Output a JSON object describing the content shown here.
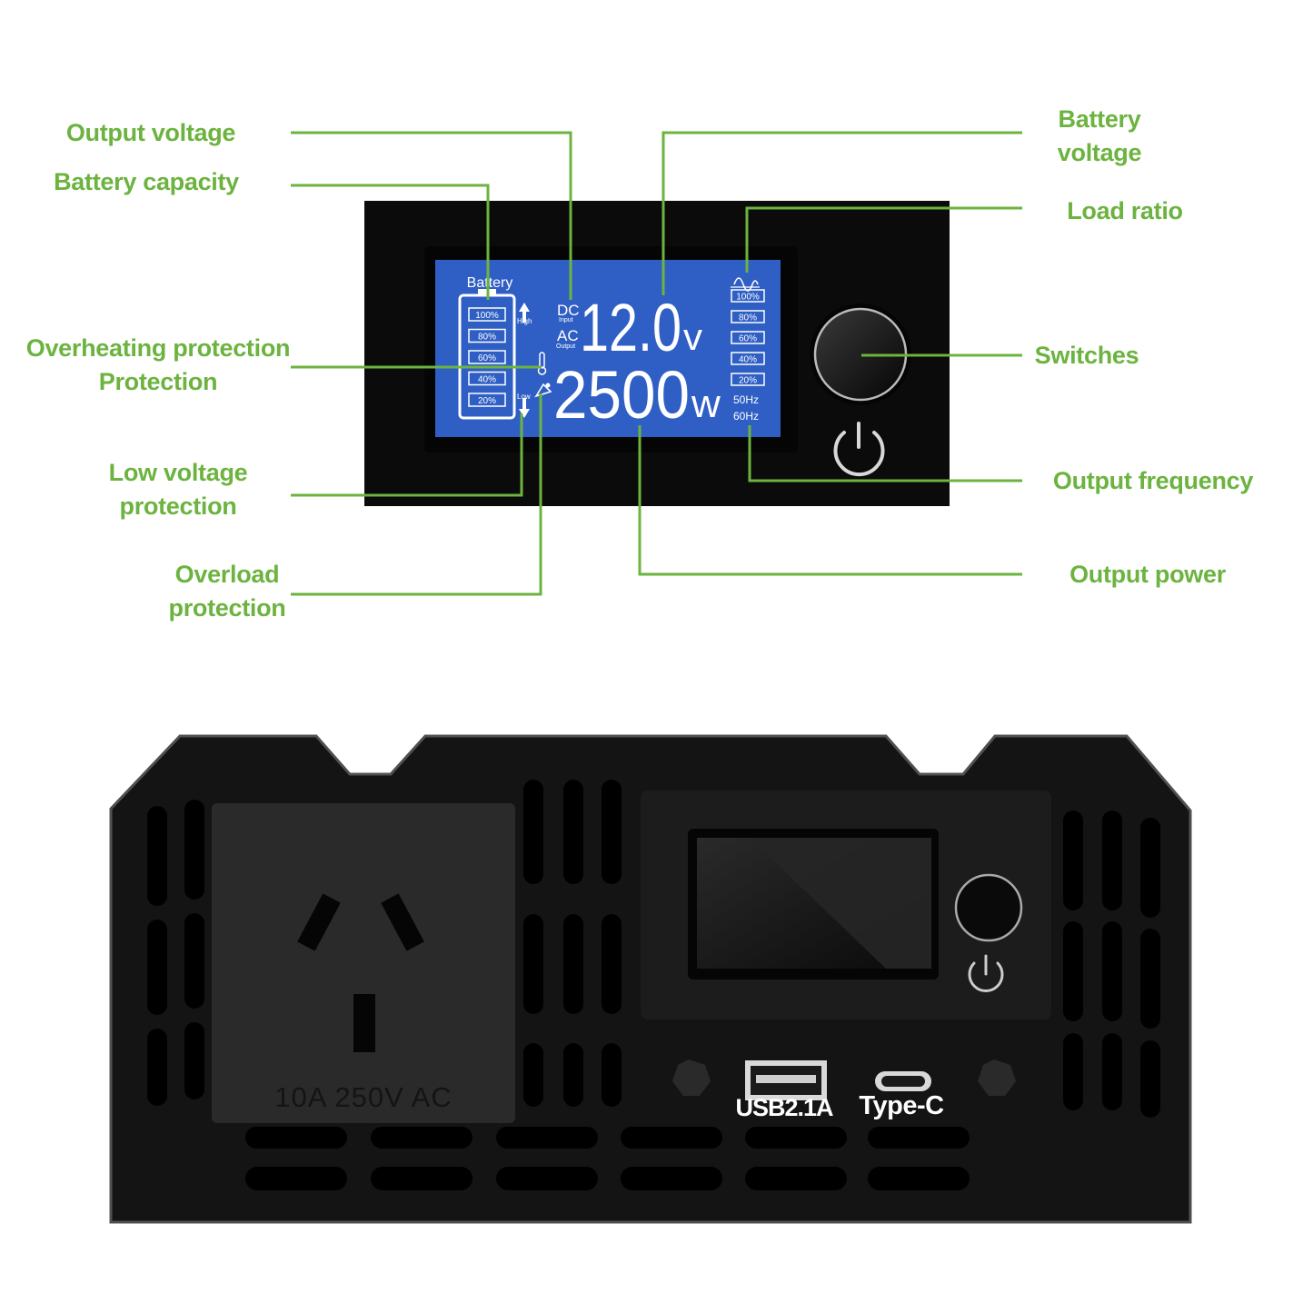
{
  "callouts": {
    "output_voltage": "Output voltage",
    "battery_capacity": "Battery capacity",
    "overheating_protection": "Overheating protection\nProtection",
    "low_voltage_protection": "Low voltage\nprotection",
    "overload_protection": "Overload\nprotection",
    "battery_voltage": "Battery\nvoltage",
    "load_ratio": "Load ratio",
    "switches": "Switches",
    "output_frequency": "Output frequency",
    "output_power": "Output power"
  },
  "lcd": {
    "battery_title": "Battery",
    "battery_levels": [
      "100%",
      "80%",
      "60%",
      "40%",
      "20%"
    ],
    "high": "High",
    "low": "Low",
    "dc": "DC",
    "input": "Input",
    "ac": "AC",
    "output": "Output",
    "voltage_value": "12.0",
    "voltage_unit": "v",
    "power_value": "2500",
    "power_unit": "w",
    "load_levels": [
      "100%",
      "80%",
      "60%",
      "40%",
      "20%"
    ],
    "freq_50": "50Hz",
    "freq_60": "60Hz"
  },
  "device": {
    "socket_rating": "10A 250V AC",
    "usb_label": "USB2.1A",
    "typec_label": "Type-C"
  },
  "colors": {
    "accent_green": "#6cb33f",
    "lcd_blue": "#2f5fc4",
    "panel_black": "#0b0b0b"
  }
}
